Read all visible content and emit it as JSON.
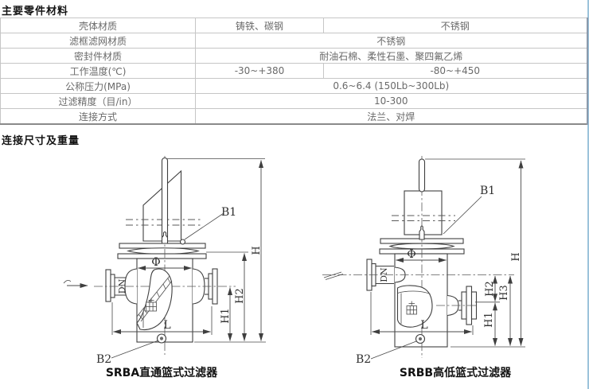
{
  "page": {
    "accent_border_color": "#9cc3db",
    "drawing_line_color": "#3f3f3f"
  },
  "sections": {
    "materials_title": "主要零件材料",
    "dimensions_title": "连接尺寸及重量"
  },
  "materials_table": {
    "rows": [
      {
        "label": "壳体材质",
        "cell_a": "铸铁、碳钢",
        "cell_b": "不锈钢"
      },
      {
        "label": "滤框滤网材质",
        "value": "不锈钢"
      },
      {
        "label": "密封件材质",
        "value": "耐油石棉、柔性石墨、聚四氟乙烯"
      },
      {
        "label": "工作温度(℃)",
        "cell_a": "-30~+380",
        "cell_b": "-80~+450"
      },
      {
        "label": "公称压力(MPa)",
        "value": "0.6~6.4 (150Lb~300Lb)"
      },
      {
        "label": "过滤精度（目/in）",
        "value": "10-300"
      },
      {
        "label": "连接方式",
        "value": "法兰、对焊"
      }
    ]
  },
  "drawing1": {
    "caption": "SRBA直通篮式过滤器",
    "labels": {
      "b1": "B1",
      "b2": "B2",
      "phi": "Φ",
      "dn": "DN",
      "l": "L",
      "h": "H",
      "h1": "H1",
      "h2": "H2"
    }
  },
  "drawing2": {
    "caption": "SRBB高低篮式过滤器",
    "labels": {
      "b1": "B1",
      "b2": "B2",
      "phi": "Φ",
      "dn": "DN",
      "l": "L",
      "h": "H",
      "h1": "H1",
      "h2": "H2",
      "h3": "H3"
    }
  }
}
